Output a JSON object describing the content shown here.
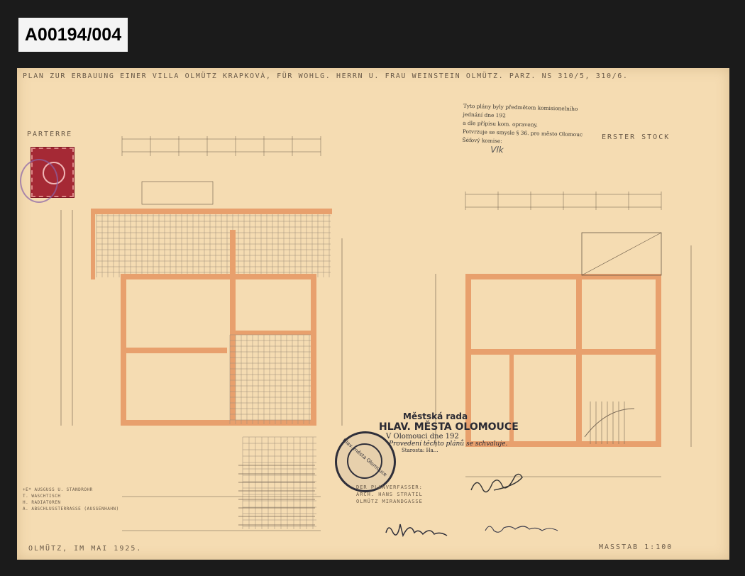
{
  "archive_id": "A00194/004",
  "sheet": {
    "title": "PLAN ZUR ERBAUUNG EINER VILLA OLMÜTZ KRAPKOVÁ, FÜR WOHLG. HERRN U. FRAU WEINSTEIN OLMÜTZ. PARZ. NS 310/5, 310/6.",
    "left_floor_label": "PARTERRE",
    "right_floor_label": "ERSTER STOCK",
    "place_date": "OLMÜTZ, IM MAI 1925.",
    "scale": "MASSTAB 1:100"
  },
  "legend": [
    "+E* AUSGUSS U. STANDROHR",
    "T. WASCHTISCH",
    "H. RADIATOREN",
    "A. ABSCHLUSSTERRASSE (AUSSENHAHN)"
  ],
  "architect": {
    "caption": "DER PLANVERFASSER:",
    "name": "ARCH. HANS STRATIL",
    "city": "OLMÜTZ  MIRANDGASSE"
  },
  "approval_stamp": {
    "lines": [
      "Tyto plány byly předmětem komisionelního",
      "jednání dne           192",
      "a dle přípisu kom. opraveny.",
      "Potvrzuje se smysle § 36. pro město Olomouc",
      "Šéfový komise:"
    ],
    "signature": "Vlk"
  },
  "council_stamp": {
    "line1": "Městská rada",
    "line2": "HLAV. MĚSTA OLOMOUCE",
    "line3": "V Olomouci dne          192",
    "line4": "Provedení těchto plánů se schvaluje.",
    "line5": "Starosta: Ha..."
  },
  "seal_text": "Hlav. města Olomouce",
  "colors": {
    "background": "#1b1b1b",
    "paper": "#f5dcb2",
    "wall": "#e8a06d",
    "ink": "#6a5a48",
    "stamp_red": "#b0283a",
    "stamp_purple": "#8a64a8"
  }
}
